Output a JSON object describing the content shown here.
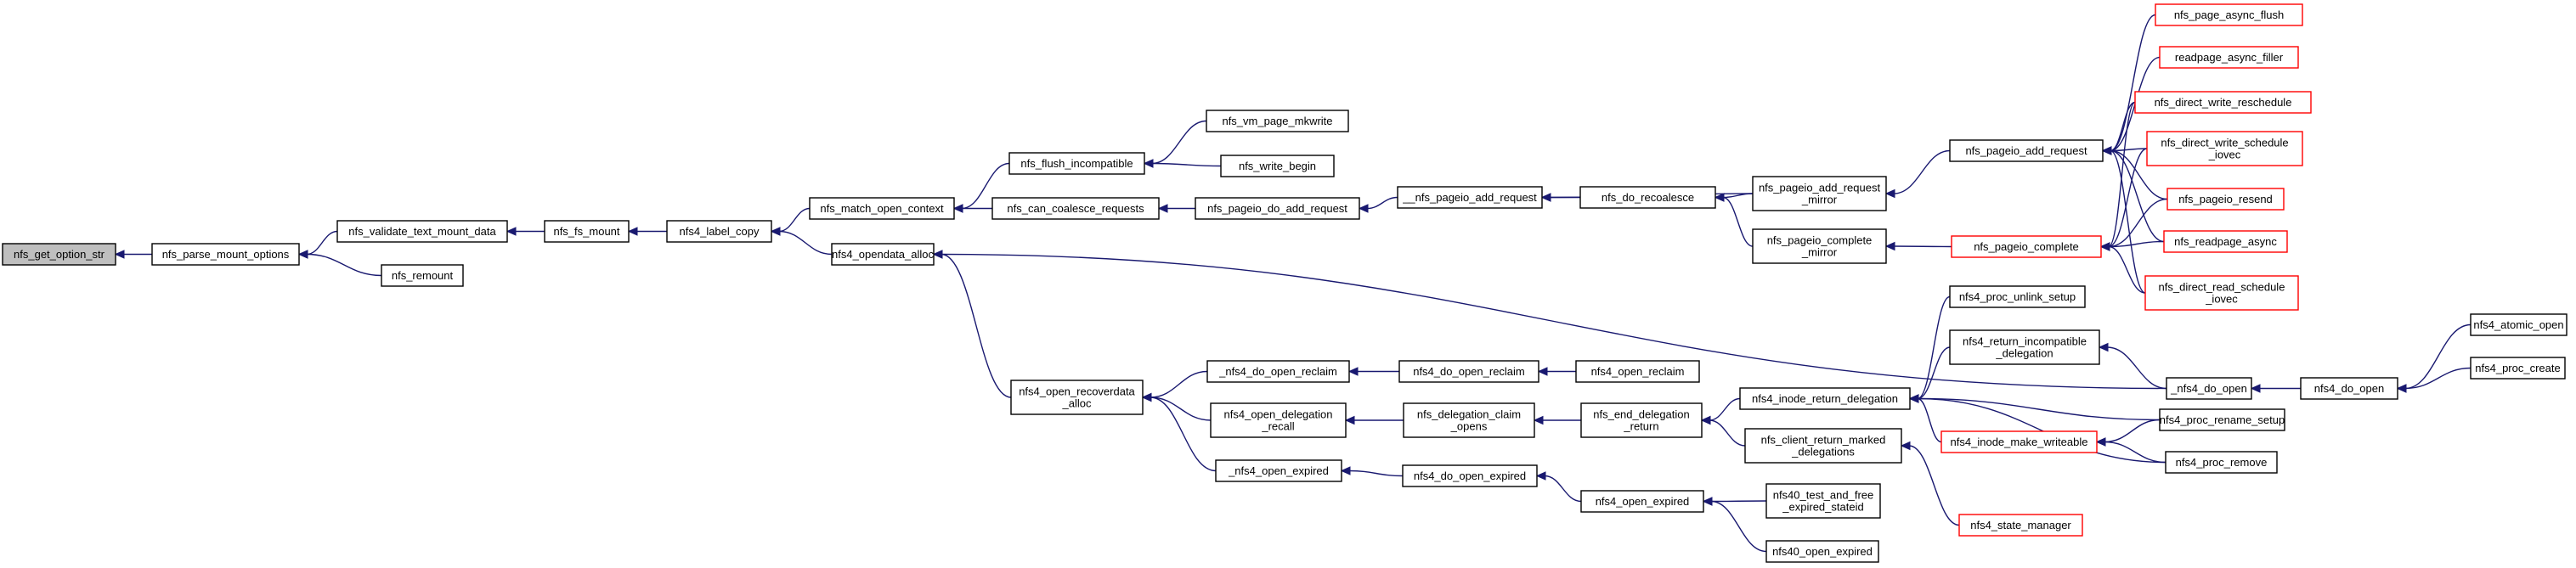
{
  "graph": {
    "colors": {
      "edge": "#191970",
      "root_fill": "#bfbfbf",
      "external_border": "#ff0000",
      "border": "#000000"
    },
    "nodes": [
      {
        "id": "n0",
        "lines": [
          "nfs_get_option_str"
        ],
        "style": "root"
      },
      {
        "id": "n1",
        "lines": [
          "nfs_parse_mount_options"
        ]
      },
      {
        "id": "n2",
        "lines": [
          "nfs_validate_text_mount_data"
        ]
      },
      {
        "id": "n3",
        "lines": [
          "nfs_remount"
        ]
      },
      {
        "id": "n4",
        "lines": [
          "nfs_fs_mount"
        ]
      },
      {
        "id": "n5",
        "lines": [
          "nfs4_label_copy"
        ]
      },
      {
        "id": "n6",
        "lines": [
          "nfs_match_open_context"
        ]
      },
      {
        "id": "n7",
        "lines": [
          "nfs4_opendata_alloc"
        ]
      },
      {
        "id": "n8",
        "lines": [
          "nfs_flush_incompatible"
        ]
      },
      {
        "id": "n9",
        "lines": [
          "nfs_can_coalesce_requests"
        ]
      },
      {
        "id": "n10",
        "lines": [
          "nfs_vm_page_mkwrite"
        ]
      },
      {
        "id": "n11",
        "lines": [
          "nfs_write_begin"
        ]
      },
      {
        "id": "n12",
        "lines": [
          "nfs_pageio_do_add_request"
        ]
      },
      {
        "id": "n13",
        "lines": [
          "__nfs_pageio_add_request"
        ]
      },
      {
        "id": "n14",
        "lines": [
          "nfs_do_recoalesce"
        ]
      },
      {
        "id": "n15",
        "lines": [
          "nfs_pageio_add_request",
          "_mirror"
        ]
      },
      {
        "id": "n16",
        "lines": [
          "nfs_pageio_complete",
          "_mirror"
        ]
      },
      {
        "id": "n17",
        "lines": [
          "nfs_pageio_add_request"
        ]
      },
      {
        "id": "n18",
        "lines": [
          "nfs_pageio_complete"
        ],
        "style": "red"
      },
      {
        "id": "n19",
        "lines": [
          "nfs_page_async_flush"
        ],
        "style": "red"
      },
      {
        "id": "n20",
        "lines": [
          "readpage_async_filler"
        ],
        "style": "red"
      },
      {
        "id": "n21",
        "lines": [
          "nfs_direct_write_reschedule"
        ],
        "style": "red"
      },
      {
        "id": "n22",
        "lines": [
          "nfs_direct_write_schedule",
          "_iovec"
        ],
        "style": "red"
      },
      {
        "id": "n23",
        "lines": [
          "nfs_pageio_resend"
        ],
        "style": "red"
      },
      {
        "id": "n24",
        "lines": [
          "nfs_readpage_async"
        ],
        "style": "red"
      },
      {
        "id": "n25",
        "lines": [
          "nfs_direct_read_schedule",
          "_iovec"
        ],
        "style": "red"
      },
      {
        "id": "n26",
        "lines": [
          "nfs4_open_recoverdata",
          "_alloc"
        ]
      },
      {
        "id": "n27",
        "lines": [
          "_nfs4_do_open_reclaim"
        ]
      },
      {
        "id": "n28",
        "lines": [
          "nfs4_open_delegation",
          "_recall"
        ]
      },
      {
        "id": "n29",
        "lines": [
          "_nfs4_open_expired"
        ]
      },
      {
        "id": "n30",
        "lines": [
          "nfs4_do_open_reclaim"
        ]
      },
      {
        "id": "n31",
        "lines": [
          "nfs4_open_reclaim"
        ]
      },
      {
        "id": "n32",
        "lines": [
          "nfs_delegation_claim",
          "_opens"
        ]
      },
      {
        "id": "n33",
        "lines": [
          "nfs4_do_open_expired"
        ]
      },
      {
        "id": "n34",
        "lines": [
          "nfs_end_delegation",
          "_return"
        ]
      },
      {
        "id": "n35",
        "lines": [
          "nfs4_open_expired"
        ]
      },
      {
        "id": "n36",
        "lines": [
          "nfs4_inode_return_delegation"
        ]
      },
      {
        "id": "n37",
        "lines": [
          "nfs_client_return_marked",
          "_delegations"
        ]
      },
      {
        "id": "n38",
        "lines": [
          "nfs40_test_and_free",
          "_expired_stateid"
        ]
      },
      {
        "id": "n39",
        "lines": [
          "nfs40_open_expired"
        ]
      },
      {
        "id": "n40",
        "lines": [
          "nfs4_proc_unlink_setup"
        ]
      },
      {
        "id": "n41",
        "lines": [
          "nfs4_return_incompatible",
          "_delegation"
        ]
      },
      {
        "id": "n42",
        "lines": [
          "nfs4_inode_make_writeable"
        ],
        "style": "red"
      },
      {
        "id": "n43",
        "lines": [
          "nfs4_state_manager"
        ],
        "style": "red"
      },
      {
        "id": "n44",
        "lines": [
          "_nfs4_do_open"
        ]
      },
      {
        "id": "n45",
        "lines": [
          "nfs4_do_open"
        ]
      },
      {
        "id": "n46",
        "lines": [
          "nfs4_atomic_open"
        ]
      },
      {
        "id": "n47",
        "lines": [
          "nfs4_proc_create"
        ]
      },
      {
        "id": "n48",
        "lines": [
          "nfs4_proc_rename_setup"
        ]
      },
      {
        "id": "n49",
        "lines": [
          "nfs4_proc_remove"
        ]
      }
    ],
    "edges": [
      [
        "n1",
        "n0"
      ],
      [
        "n2",
        "n1"
      ],
      [
        "n3",
        "n1"
      ],
      [
        "n4",
        "n2"
      ],
      [
        "n5",
        "n4"
      ],
      [
        "n6",
        "n5"
      ],
      [
        "n7",
        "n5"
      ],
      [
        "n8",
        "n6"
      ],
      [
        "n9",
        "n6"
      ],
      [
        "n10",
        "n8"
      ],
      [
        "n11",
        "n8"
      ],
      [
        "n12",
        "n9"
      ],
      [
        "n13",
        "n12"
      ],
      [
        "n14",
        "n13"
      ],
      [
        "n15",
        "n13"
      ],
      [
        "n15",
        "n14"
      ],
      [
        "n16",
        "n14"
      ],
      [
        "n17",
        "n15"
      ],
      [
        "n18",
        "n16"
      ],
      [
        "n19",
        "n17"
      ],
      [
        "n20",
        "n17"
      ],
      [
        "n21",
        "n17"
      ],
      [
        "n22",
        "n17"
      ],
      [
        "n23",
        "n17"
      ],
      [
        "n24",
        "n17"
      ],
      [
        "n25",
        "n17"
      ],
      [
        "n21",
        "n18"
      ],
      [
        "n22",
        "n18"
      ],
      [
        "n23",
        "n18"
      ],
      [
        "n24",
        "n18"
      ],
      [
        "n25",
        "n18"
      ],
      [
        "n26",
        "n7"
      ],
      [
        "n44",
        "n7"
      ],
      [
        "n27",
        "n26"
      ],
      [
        "n28",
        "n26"
      ],
      [
        "n29",
        "n26"
      ],
      [
        "n30",
        "n27"
      ],
      [
        "n31",
        "n30"
      ],
      [
        "n32",
        "n28"
      ],
      [
        "n33",
        "n29"
      ],
      [
        "n34",
        "n32"
      ],
      [
        "n35",
        "n33"
      ],
      [
        "n36",
        "n34"
      ],
      [
        "n37",
        "n34"
      ],
      [
        "n38",
        "n35"
      ],
      [
        "n39",
        "n35"
      ],
      [
        "n40",
        "n36"
      ],
      [
        "n41",
        "n36"
      ],
      [
        "n42",
        "n36"
      ],
      [
        "n48",
        "n36"
      ],
      [
        "n49",
        "n36"
      ],
      [
        "n43",
        "n37"
      ],
      [
        "n44",
        "n41"
      ],
      [
        "n48",
        "n42"
      ],
      [
        "n49",
        "n42"
      ],
      [
        "n45",
        "n44"
      ],
      [
        "n46",
        "n45"
      ],
      [
        "n47",
        "n45"
      ]
    ]
  }
}
